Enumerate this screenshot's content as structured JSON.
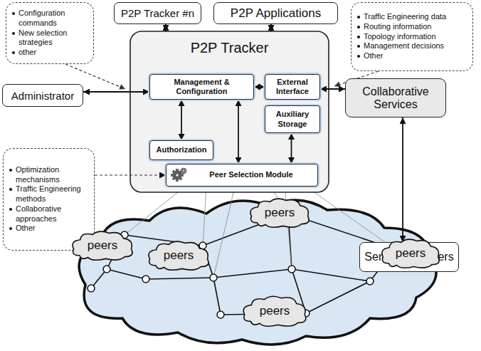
{
  "diagram": {
    "nodes": [
      {
        "text": [
          "P2P Tracker"
        ]
      },
      {
        "text": [
          "Management & Configuration"
        ],
        "in": 0
      },
      {
        "text": [
          "External Interface"
        ],
        "in": 0
      },
      {
        "text": [
          "Auxiliary Storage"
        ],
        "in": 0
      },
      {
        "text": [
          "Authorization"
        ],
        "in": 0
      },
      {
        "text": [
          "Peer Selection Module"
        ],
        "in": 0
      },
      {
        "text": [
          "P2P Tracker #n"
        ]
      },
      {
        "text": [
          "P2P Applications"
        ]
      },
      {
        "text": [
          "Administrator"
        ]
      },
      {
        "text": [
          "Collaborative Services"
        ]
      },
      {
        "text": [
          "Service Providers"
        ]
      },
      {
        "text": [
          "Configuration commands",
          "New selection strategies",
          "other"
        ]
      },
      {
        "text": [
          "Traffic Engineering data",
          "Routing information",
          "Topology information",
          "Management decisions",
          "Other"
        ]
      },
      {
        "text": [
          "Optimization mechanisms",
          "Traffic Engineering methods",
          "Collaborative approaches",
          "Other"
        ]
      },
      {
        "text": [
          "peers"
        ]
      },
      {
        "text": [
          "peers"
        ]
      },
      {
        "text": [
          "peers"
        ]
      },
      {
        "text": [
          "peers"
        ]
      },
      {
        "text": [
          "peers"
        ]
      }
    ],
    "edges": [
      {
        "from": 6,
        "to": 0,
        "arrow": "both"
      },
      {
        "from": 7,
        "to": 0,
        "arrow": "both"
      },
      {
        "from": 8,
        "to": 1,
        "arrow": "both"
      },
      {
        "from": 1,
        "to": 2,
        "arrow": "both"
      },
      {
        "from": 2,
        "to": 9,
        "arrow": "both"
      },
      {
        "from": 9,
        "to": 10,
        "arrow": "both"
      },
      {
        "from": 1,
        "to": 4,
        "arrow": "both"
      },
      {
        "from": 1,
        "to": 5,
        "arrow": "both"
      },
      {
        "from": 3,
        "to": 5,
        "arrow": "both"
      },
      {
        "from": 13,
        "to": 5,
        "arrow": "to"
      }
    ]
  }
}
